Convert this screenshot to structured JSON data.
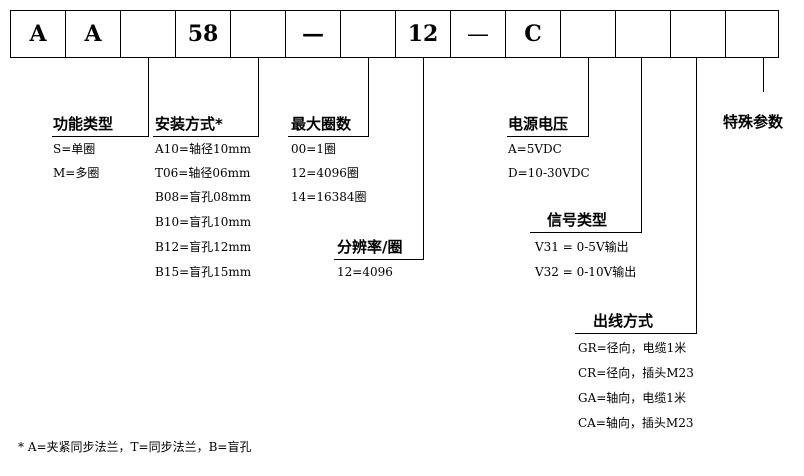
{
  "code_cells": [
    "A",
    "A",
    "",
    "58",
    "",
    "—",
    "",
    "12",
    "",
    "—",
    "C",
    "",
    "",
    "",
    ""
  ],
  "groups": {
    "function_type": {
      "title": "功能类型",
      "items": [
        "S=单圈",
        "M=多圈"
      ]
    },
    "mounting": {
      "title": "安装方式*",
      "items": [
        "A10=轴径10mm",
        "T06=轴径06mm",
        "B08=盲孔08mm",
        "B10=盲孔10mm",
        "B12=盲孔12mm",
        "B15=盲孔15mm"
      ]
    },
    "max_turns": {
      "title": "最大圈数",
      "items": [
        "00=1圈",
        "12=4096圈",
        "14=16384圈"
      ]
    },
    "resolution": {
      "title": "分辨率/圈",
      "items": [
        "12=4096"
      ]
    },
    "supply_voltage": {
      "title": "电源电压",
      "items": [
        "A=5VDC",
        "D=10-30VDC"
      ]
    },
    "signal_type": {
      "title": "信号类型",
      "items": [
        "V31 = 0-5V输出",
        "V32 = 0-10V输出"
      ]
    },
    "outlet": {
      "title": "出线方式",
      "items": [
        "GR=径向，电缆1米",
        "CR=径向，插头M23",
        "GA=轴向，电缆1米",
        "CA=轴向，插头M23"
      ]
    },
    "special": {
      "title": "特殊参数"
    }
  },
  "footnote": "* A=夹紧同步法兰，T=同步法兰，B=盲孔"
}
